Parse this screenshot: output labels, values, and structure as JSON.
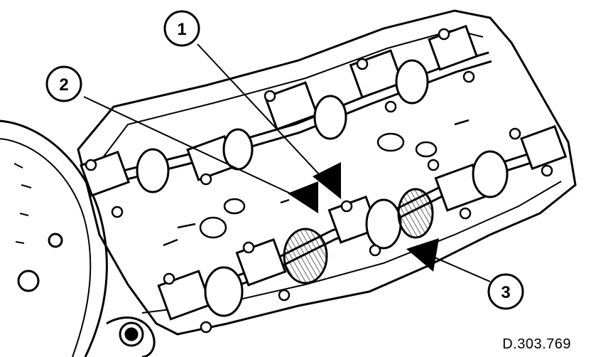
{
  "figure": {
    "callouts": [
      {
        "label": "1"
      },
      {
        "label": "2"
      },
      {
        "label": "3"
      }
    ],
    "drawing_code": "D.303.769"
  },
  "colors": {
    "ink": "#000000",
    "paper": "#ffffff",
    "metal_shade": "#d9d9d9"
  }
}
